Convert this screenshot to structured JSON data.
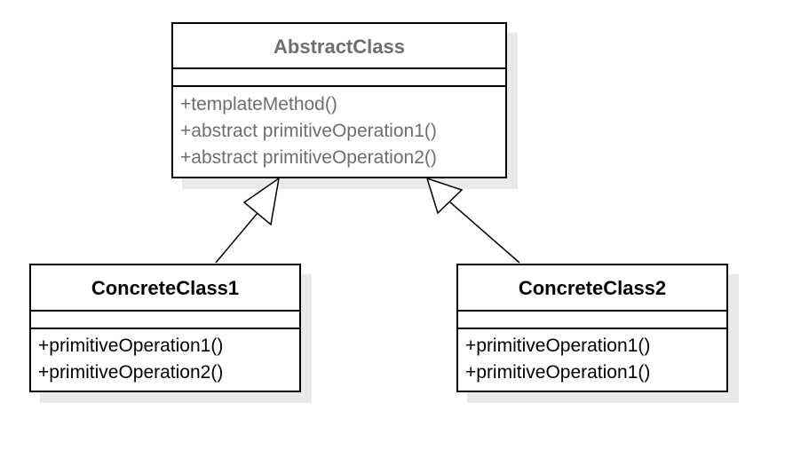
{
  "abstract_class": {
    "name": "AbstractClass",
    "operations": [
      "+templateMethod()",
      "+abstract primitiveOperation1()",
      "+abstract primitiveOperation2()"
    ]
  },
  "concrete_classes": [
    {
      "name": "ConcreteClass1",
      "operations": [
        "+primitiveOperation1()",
        "+primitiveOperation2()"
      ]
    },
    {
      "name": "ConcreteClass2",
      "operations": [
        "+primitiveOperation1()",
        "+primitiveOperation1()"
      ]
    }
  ],
  "relationships": [
    {
      "type": "generalization",
      "from": "ConcreteClass1",
      "to": "AbstractClass"
    },
    {
      "type": "generalization",
      "from": "ConcreteClass2",
      "to": "AbstractClass"
    }
  ],
  "colors": {
    "abstract_text": "#6e6e6e",
    "concrete_text": "#000000",
    "border": "#000000",
    "shadow": "#e9e9e9"
  }
}
